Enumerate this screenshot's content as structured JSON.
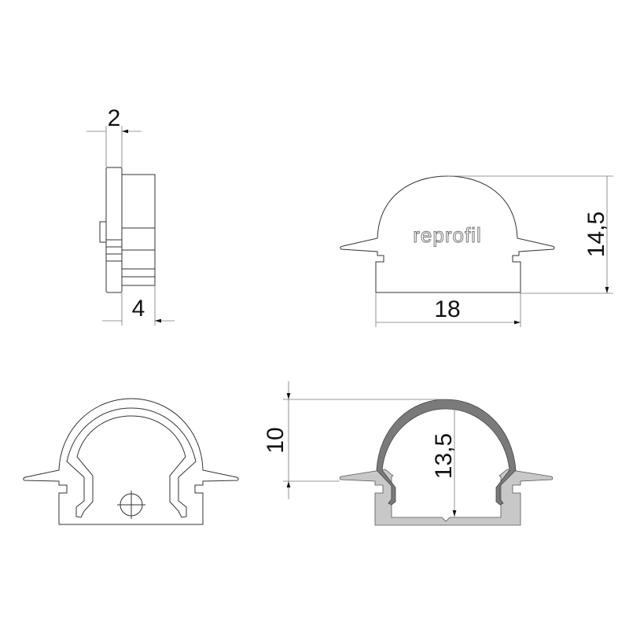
{
  "side_view": {
    "dim_plate": "2",
    "dim_body": "4"
  },
  "front_view": {
    "logo": "reprofil",
    "dim_width": "18",
    "dim_height": "14,5"
  },
  "section_view": {
    "dim_depth": "10",
    "dim_inner_height": "13,5"
  },
  "colors": {
    "profile": "#c8c8c8",
    "diffuser": "#7a7a7a",
    "line": "#333333"
  }
}
